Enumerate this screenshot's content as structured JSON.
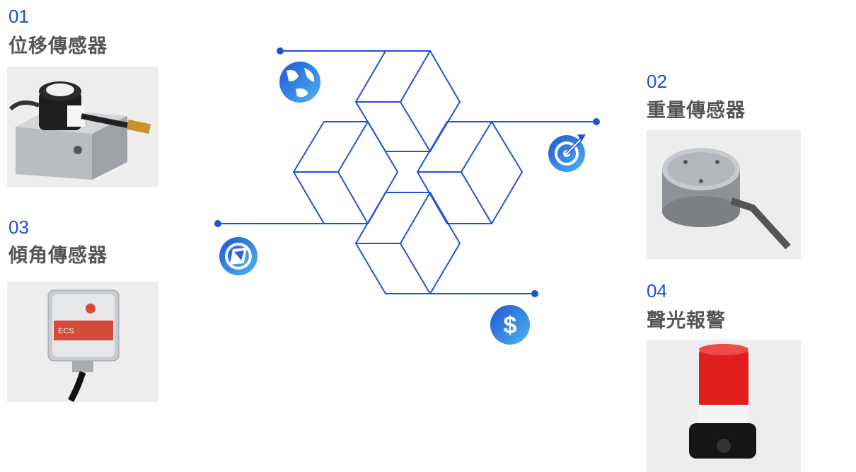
{
  "sensors": [
    {
      "number": "01",
      "title": "位移傳感器",
      "image": "draw-wire-displacement-sensor"
    },
    {
      "number": "02",
      "title": "重量傳感器",
      "image": "load-cell-weight-sensor"
    },
    {
      "number": "03",
      "title": "傾角傳感器",
      "image": "inclination-sensor-box"
    },
    {
      "number": "04",
      "title": "聲光報警",
      "image": "red-strobe-alarm-light"
    }
  ],
  "photo_labels": {
    "ecs": "ECS"
  },
  "icons": [
    "globe-icon",
    "target-icon",
    "compass-icon",
    "dollar-icon"
  ],
  "colors": {
    "accent": "#1a4fd0",
    "title": "#555555",
    "line": "#2152d6",
    "icon_start": "#1f57d6",
    "icon_end": "#4fb3ef"
  }
}
